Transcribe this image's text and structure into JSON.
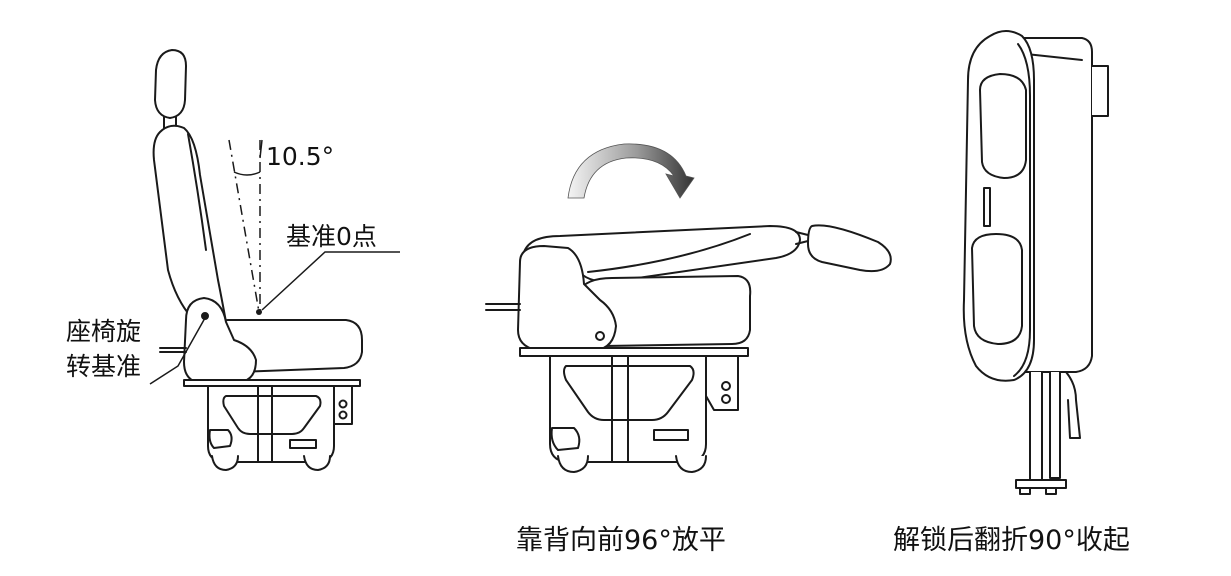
{
  "annotations": {
    "angle": "10.5°",
    "ref_zero": "基准0点",
    "pivot_line1": "座椅旋",
    "pivot_line2": "转基准"
  },
  "captions": {
    "fold_forward": "靠背向前96°放平",
    "flip_up": "解锁后翻折90°收起"
  },
  "colors": {
    "line": "#1a1a1a",
    "arrow_light": "#f2f2f2",
    "arrow_dark": "#3a3a3a",
    "background": "#ffffff"
  }
}
